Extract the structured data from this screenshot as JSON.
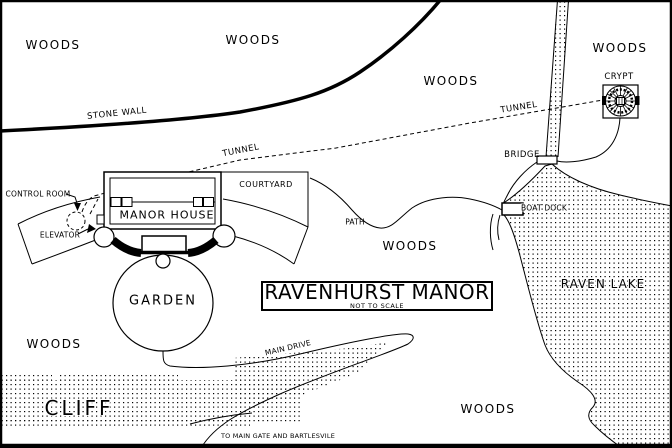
{
  "map": {
    "title": "RAVENHURST MANOR",
    "scale_note": "NOT TO SCALE",
    "labels": {
      "woods": "WOODS",
      "stone_wall": "STONE WALL",
      "tunnel": "TUNNEL",
      "crypt": "CRYPT",
      "bridge": "BRIDGE",
      "boat_dock": "BOAT DOCK",
      "path": "PATH",
      "manor_house": "MANOR HOUSE",
      "courtyard": "COURTYARD",
      "control_room": "CONTROL ROOM",
      "elevator": "ELEVATOR",
      "garden": "GARDEN",
      "raven_lake": "RAVEN LAKE",
      "cliff": "CLIFF",
      "main_drive": "MAIN DRIVE",
      "gate_note": "TO MAIN GATE AND BARTLESVILE"
    },
    "colors": {
      "ink": "#000000",
      "paper": "#ffffff"
    }
  }
}
